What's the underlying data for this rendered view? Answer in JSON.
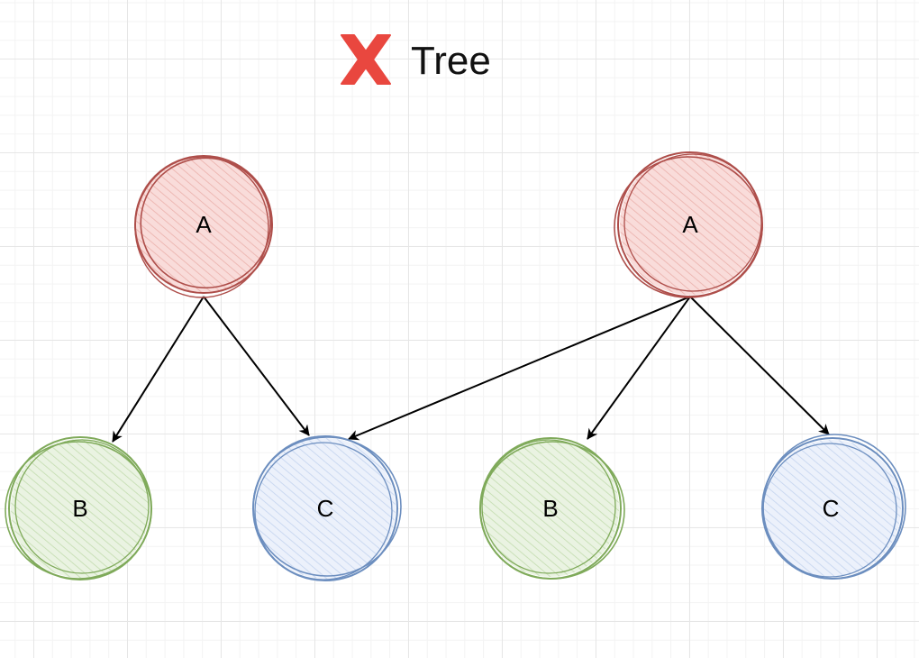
{
  "title": {
    "text": "Tree",
    "icon": "cross-mark-icon",
    "icon_color": "#e9473f"
  },
  "colors": {
    "root_fill": "#f4c7c3",
    "root_stroke": "#ae4e4a",
    "b_fill": "#d7e8c9",
    "b_stroke": "#7faa5a",
    "c_fill": "#d9e4f6",
    "c_stroke": "#6c8ebf",
    "edge": "#000000"
  },
  "nodes": [
    {
      "id": "a1",
      "label": "A",
      "role": "root"
    },
    {
      "id": "b1",
      "label": "B",
      "role": "b"
    },
    {
      "id": "c1",
      "label": "C",
      "role": "c"
    },
    {
      "id": "a2",
      "label": "A",
      "role": "root"
    },
    {
      "id": "b2",
      "label": "B",
      "role": "b"
    },
    {
      "id": "c2",
      "label": "C",
      "role": "c"
    }
  ],
  "edges": [
    {
      "from": "a1",
      "to": "b1"
    },
    {
      "from": "a1",
      "to": "c1"
    },
    {
      "from": "a2",
      "to": "c1"
    },
    {
      "from": "a2",
      "to": "b2"
    },
    {
      "from": "a2",
      "to": "c2"
    }
  ]
}
